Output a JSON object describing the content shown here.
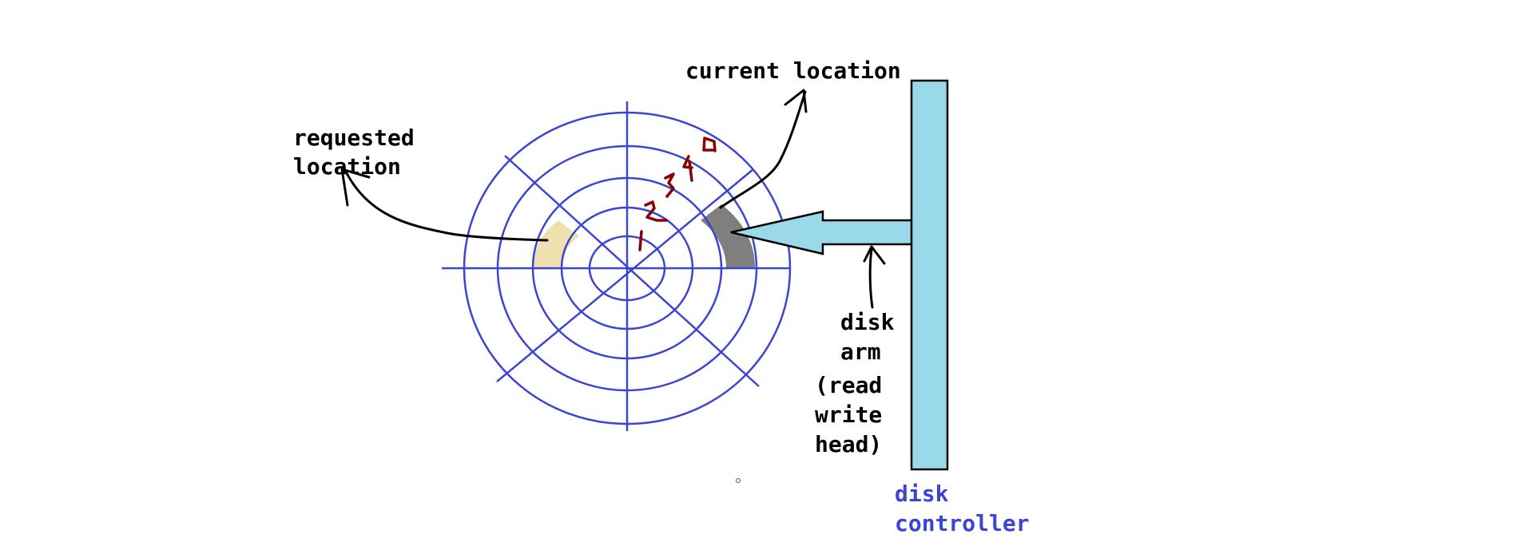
{
  "labels": {
    "current_location": "current location",
    "requested_location": [
      "requested",
      "location"
    ],
    "disk_arm": [
      "disk",
      "arm",
      "(read",
      "write",
      "head)"
    ],
    "disk_controller": [
      "disk",
      "controller"
    ]
  },
  "track_numbers": [
    "1",
    "2",
    "3",
    "4",
    "5"
  ],
  "colors": {
    "platter_lines": "#3b45d2",
    "requested_sector": "#efe0b0",
    "current_sector": "#7f7f7f",
    "arm_and_controller": "#99d9ea",
    "track_numbers": "#8b0000",
    "arrows": "#000000",
    "controller_label": "#3b45d2"
  }
}
